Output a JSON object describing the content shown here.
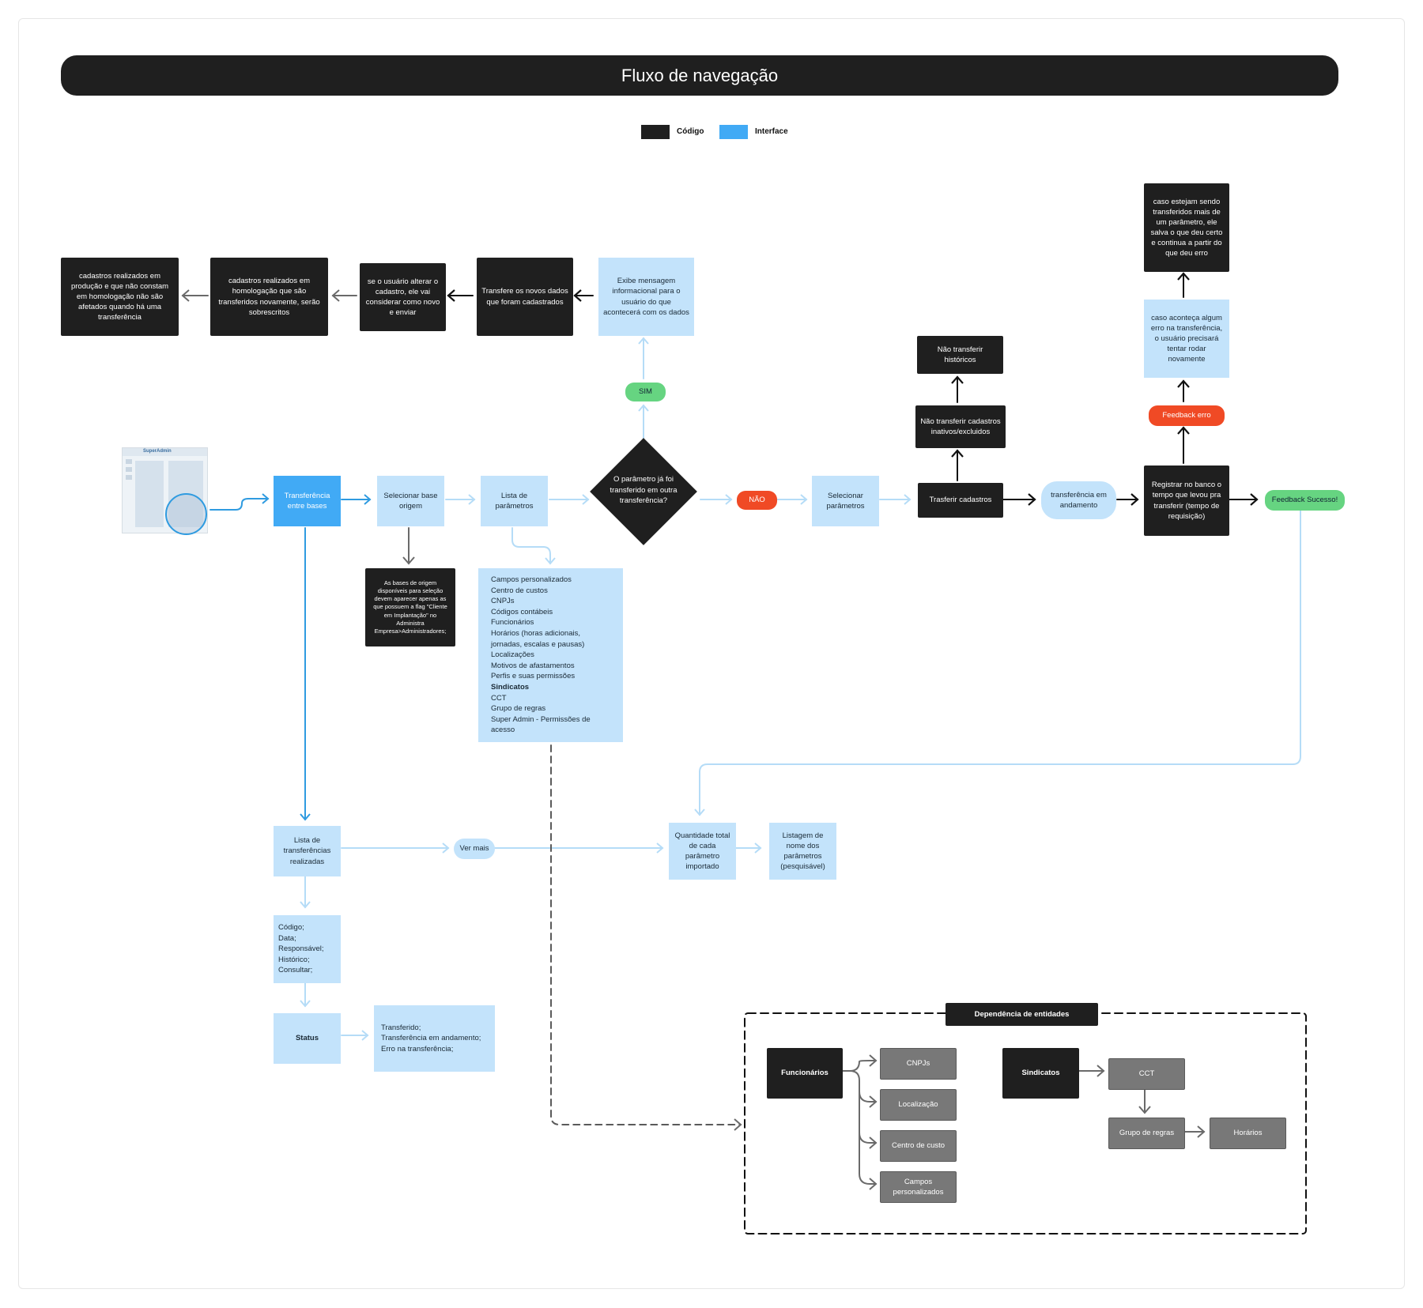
{
  "title": "Fluxo de navegação",
  "legend": [
    {
      "label": "Código",
      "color": "#1f1f1f"
    },
    {
      "label": "Interface",
      "color": "#41aaf5"
    }
  ],
  "mock": {
    "label": "SuperAdmin"
  },
  "nodes": {
    "transferencia": "Transferência entre bases",
    "selecionar_base": "Selecionar base origem",
    "lista_parametros": "Lista de parâmetros",
    "decisao": "O parâmetro já foi transferido em outra transferência?",
    "sim": "SIM",
    "nao": "NÃO",
    "exibe_mensagem": "Exibe mensagem informacional para o usuário do que acontecerá com os dados",
    "transfere_novos": "Transfere os novos dados que foram cadastrados",
    "usuario_alterar": "se o usuário alterar o cadastro, ele vai considerar como novo e enviar",
    "homologacao": "cadastros realizados em homologação que são transferidos novamente, serão sobrescritos",
    "producao": "cadastros realizados em produção e que não constam em homologação não são afetados quando há uma transferência",
    "bases_origem": "As bases de origem disponíveis para seleção devem aparecer apenas as que possuem a flag \"Cliente em Implantação\" no Administra Empresa>Administradores;",
    "selecionar_parametros": "Selecionar parâmetros",
    "transferir_cadastros": "Trasferir cadastros",
    "nao_transferir_inativos": "Não transferir cadastros inativos/excluidos",
    "nao_transferir_historicos": "Não transferir históricos",
    "em_andamento": "transferência em andamento",
    "registrar": "Registrar no banco o tempo que levou pra transferir (tempo de requisição)",
    "feedback_sucesso": "Feedback Sucesso!",
    "feedback_erro": "Feedback erro",
    "caso_erro": "caso aconteça algum erro na transferência, o usuário precisará tentar rodar novamente",
    "caso_mais": "caso estejam sendo transferidos mais de um parâmetro, ele salva o que deu certo e continua a partir do que deu erro",
    "lista_transferencias": "Lista de transferências realizadas",
    "ver_mais": "Ver mais",
    "quantidade": "Quantidade total de cada parâmetro importado",
    "listagem": "Listagem de nome dos parâmetros (pesquisável)",
    "colunas": [
      "Código;",
      "Data;",
      "Responsável;",
      "Histórico;",
      "Consultar;"
    ],
    "status": "Status",
    "status_valores": [
      "Transferido;",
      "Transferência em andamento;",
      "Erro na transferência;"
    ]
  },
  "parametros": [
    {
      "text": "Campos personalizados",
      "bold": false
    },
    {
      "text": "Centro de custos",
      "bold": false
    },
    {
      "text": "CNPJs",
      "bold": false
    },
    {
      "text": "Códigos contábeis",
      "bold": false
    },
    {
      "text": "Funcionários",
      "bold": false
    },
    {
      "text": "Horários (horas adicionais,",
      "bold": false
    },
    {
      "text": "jornadas, escalas e pausas)",
      "bold": false
    },
    {
      "text": "Localizações",
      "bold": false
    },
    {
      "text": "Motivos de afastamentos",
      "bold": false
    },
    {
      "text": "Perfis e suas permissões",
      "bold": false
    },
    {
      "text": "Sindicatos",
      "bold": true
    },
    {
      "text": "CCT",
      "bold": false
    },
    {
      "text": "Grupo de regras",
      "bold": false
    },
    {
      "text": "Super Admin - Permissões de",
      "bold": false
    },
    {
      "text": "acesso",
      "bold": false
    }
  ],
  "dependencia": {
    "title": "Dependência de entidades",
    "funcionarios": "Funcionários",
    "funcionarios_deps": [
      "CNPJs",
      "Localização",
      "Centro de custo",
      "Campos personalizados"
    ],
    "sindicatos": "Sindicatos",
    "cct": "CCT",
    "grupo_regras": "Grupo de regras",
    "horarios": "Horários"
  }
}
